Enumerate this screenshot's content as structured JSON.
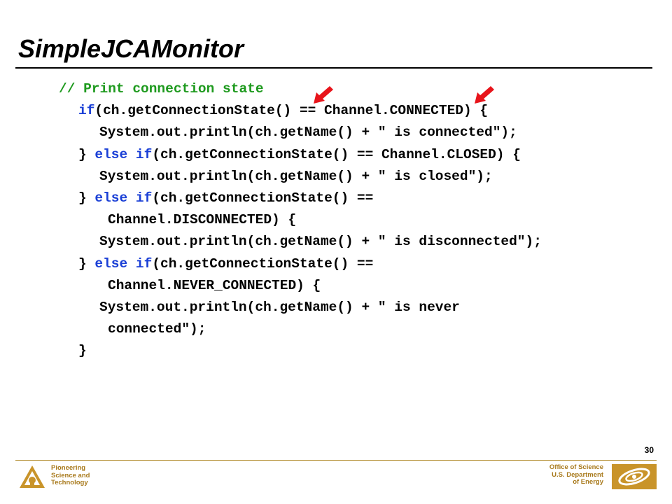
{
  "slide": {
    "title": "SimpleJCAMonitor",
    "page_number": "30"
  },
  "code": {
    "lines": [
      [
        {
          "t": "// Print connection state",
          "c": "comment"
        }
      ],
      [
        {
          "t": "if",
          "c": "kw"
        },
        {
          "t": "(ch.getConnectionState() == Channel.CONNECTED) {",
          "c": "plain"
        }
      ],
      [
        {
          "t": "System.out.println(ch.getName() + \" is connected\");",
          "c": "plain"
        }
      ],
      [
        {
          "t": "} ",
          "c": "plain"
        },
        {
          "t": "else if",
          "c": "kw"
        },
        {
          "t": "(ch.getConnectionState() == Channel.CLOSED) {",
          "c": "plain"
        }
      ],
      [
        {
          "t": "System.out.println(ch.getName() + \" is closed\");",
          "c": "plain"
        }
      ],
      [
        {
          "t": "} ",
          "c": "plain"
        },
        {
          "t": "else if",
          "c": "kw"
        },
        {
          "t": "(ch.getConnectionState() ==",
          "c": "plain"
        }
      ],
      [
        {
          "t": "Channel.DISCONNECTED) {",
          "c": "plain"
        }
      ],
      [
        {
          "t": "System.out.println(ch.getName() + \" is disconnected\");",
          "c": "plain"
        }
      ],
      [
        {
          "t": "} ",
          "c": "plain"
        },
        {
          "t": "else if",
          "c": "kw"
        },
        {
          "t": "(ch.getConnectionState() ==",
          "c": "plain"
        }
      ],
      [
        {
          "t": "Channel.NEVER_CONNECTED) {",
          "c": "plain"
        }
      ],
      [
        {
          "t": "System.out.println(ch.getName() + \" is never",
          "c": "plain"
        }
      ],
      [
        {
          "t": "connected\");",
          "c": "plain"
        }
      ],
      [
        {
          "t": "}",
          "c": "plain"
        }
      ]
    ]
  },
  "footer": {
    "left_lines": [
      "Pioneering",
      "Science and",
      "Technology"
    ],
    "right_lines": [
      "Office of Science",
      "U.S. Department",
      "of Energy"
    ]
  },
  "icons": {
    "left_logo": "argonne-triangle-logo-icon",
    "right_logo": "doe-office-of-science-logo-icon",
    "arrows": "red-arrow-icon"
  },
  "colors": {
    "keyword": "#1a3fd6",
    "comment": "#1e9a1e",
    "arrow": "#e8141b",
    "footer_gold": "#a8791b"
  }
}
